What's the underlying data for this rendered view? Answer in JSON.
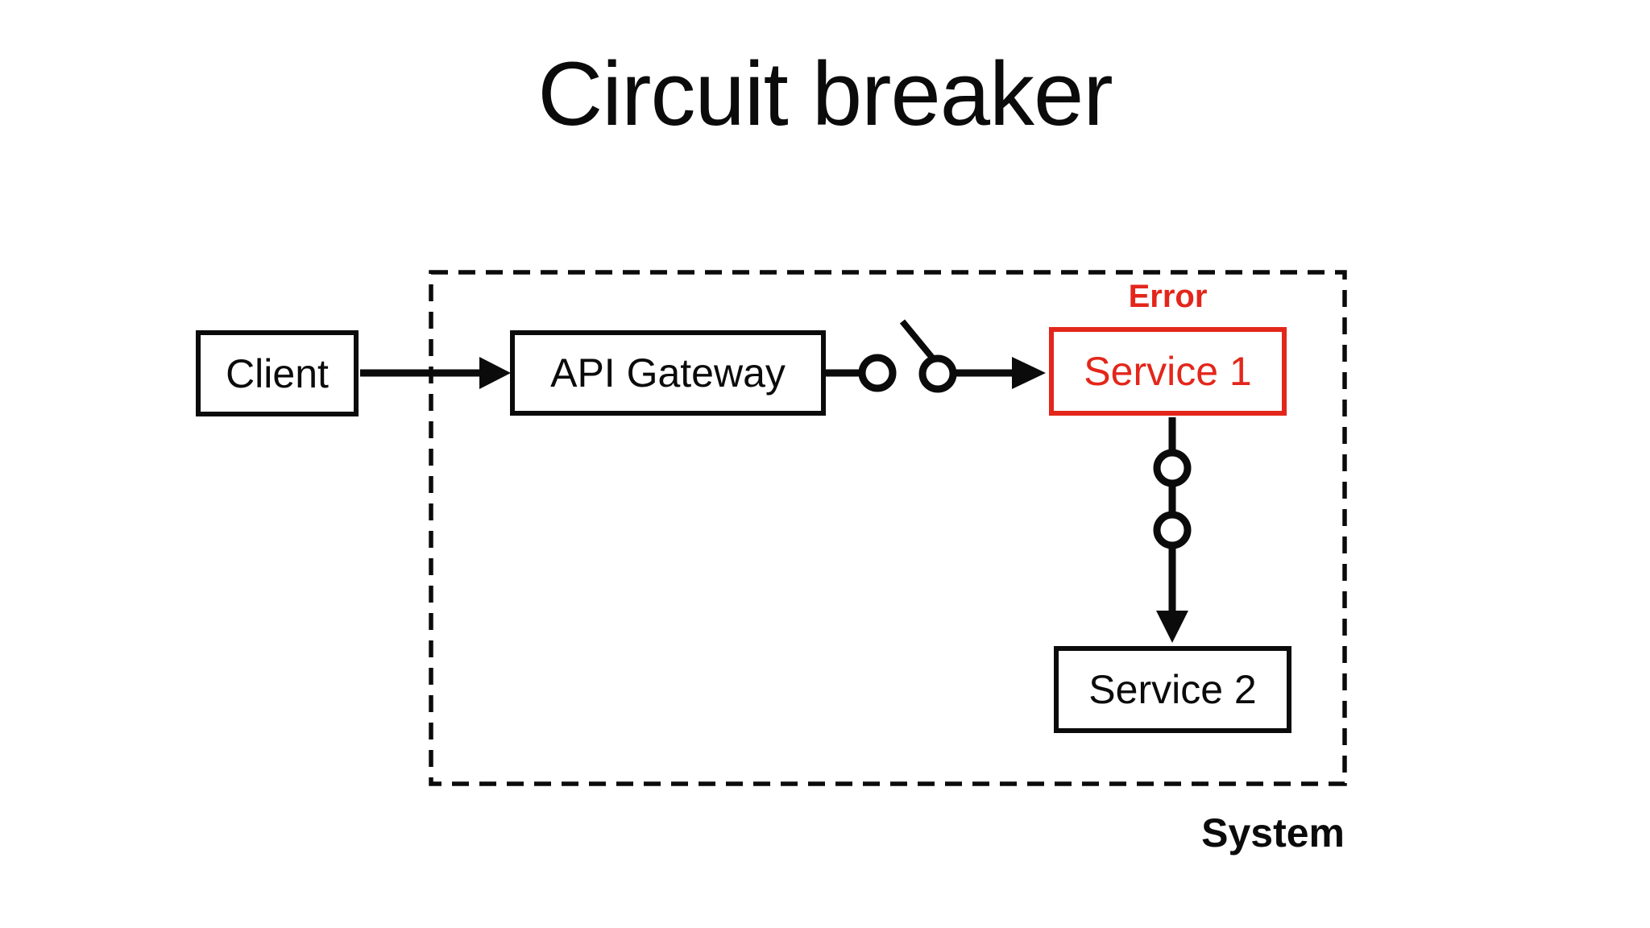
{
  "title": "Circuit breaker",
  "colors": {
    "line": "#0b0b0b",
    "error": "#e3261b",
    "background": "#ffffff"
  },
  "diagram": {
    "nodes": {
      "client": {
        "label": "Client"
      },
      "api_gateway": {
        "label": "API Gateway"
      },
      "service1": {
        "label": "Service 1",
        "status": "error"
      },
      "service2": {
        "label": "Service 2"
      }
    },
    "annotations": {
      "error": "Error",
      "system": "System"
    },
    "connections": [
      "Client -> API Gateway",
      "API Gateway -o  o-> Service 1 (circuit breaker open)",
      "Service 1 -o-o-> Service 2"
    ]
  }
}
